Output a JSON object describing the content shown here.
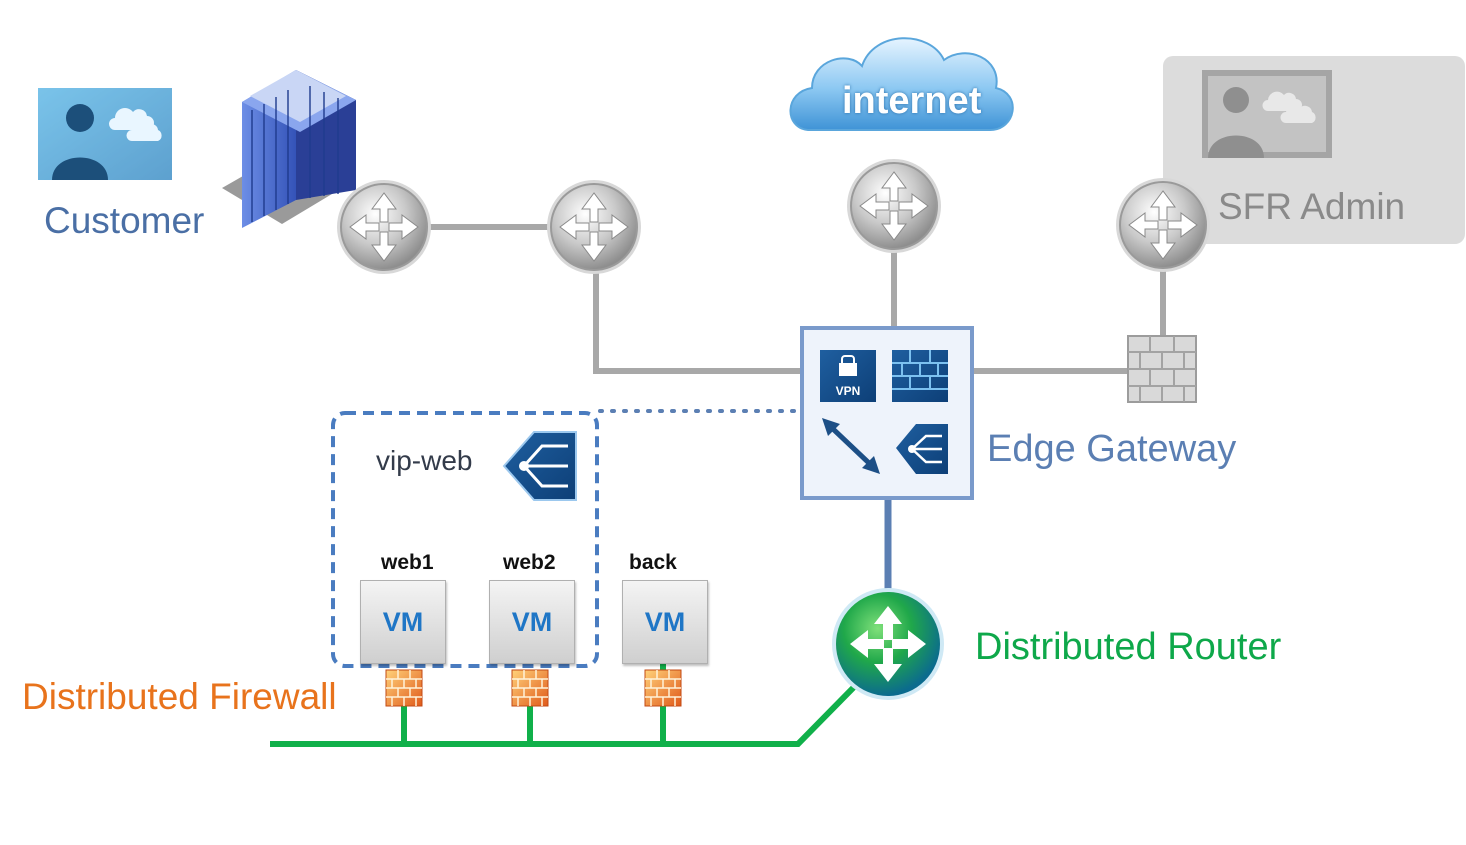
{
  "labels": {
    "customer": "Customer",
    "sfr_admin": "SFR Admin",
    "internet": "internet",
    "edge_gateway": "Edge Gateway",
    "distributed_router": "Distributed Router",
    "distributed_firewall": "Distributed Firewall",
    "vip_web": "vip-web",
    "vpn_badge": "VPN"
  },
  "vms": [
    {
      "name": "web1",
      "type": "VM"
    },
    {
      "name": "web2",
      "type": "VM"
    },
    {
      "name": "back",
      "type": "VM"
    }
  ],
  "colors": {
    "customer_text": "#4a6fa5",
    "edge_text": "#5b7fb3",
    "distributed_router_text": "#0ea84a",
    "distributed_firewall_text": "#e8731c",
    "link_gray": "#a8a8a8",
    "link_green": "#10b04a",
    "link_blue": "#5b7fb3"
  }
}
